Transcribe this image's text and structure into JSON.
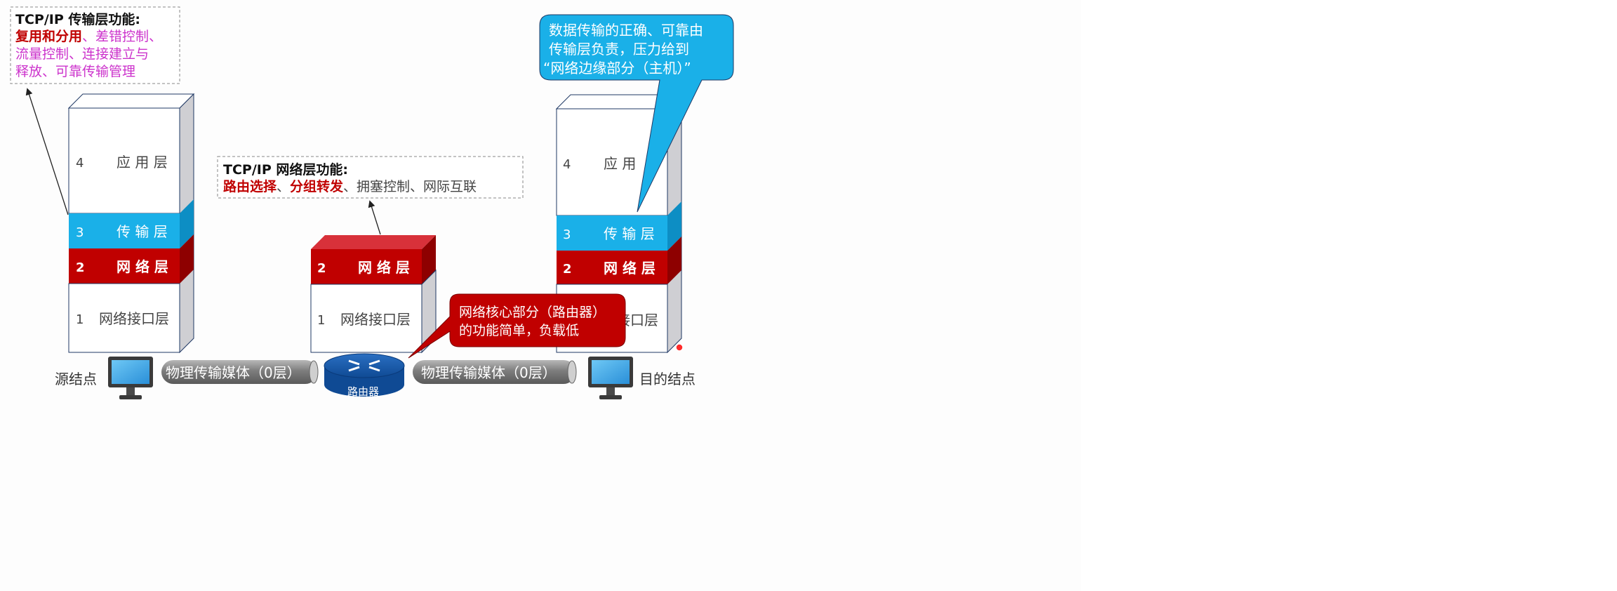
{
  "colors": {
    "red": "#c00000",
    "blue": "#1ab0e8",
    "magenta": "#cc33cc",
    "text_gray": "#444444",
    "outline": "#1f3864",
    "side_gray": "#c8c8cc"
  },
  "left_stack": {
    "layer4": {
      "num": "4",
      "label": "应 用 层"
    },
    "layer3": {
      "num": "3",
      "label": "传 输 层"
    },
    "layer2": {
      "num": "2",
      "label": "网 络 层"
    },
    "layer1": {
      "num": "1",
      "label": "网络接口层"
    }
  },
  "middle_stack": {
    "layer2": {
      "num": "2",
      "label": "网 络 层"
    },
    "layer1": {
      "num": "1",
      "label": "网络接口层"
    }
  },
  "right_stack": {
    "layer4": {
      "num": "4",
      "label": "应 用"
    },
    "layer3": {
      "num": "3",
      "label": "传 输 层"
    },
    "layer2": {
      "num": "2",
      "label": "网 络 层"
    },
    "layer1": {
      "label": "接口层"
    }
  },
  "transport_box": {
    "title": "TCP/IP 传输层功能:",
    "red1": "复用和分用",
    "sep": "、",
    "rest1": "差错控制、",
    "line2": "流量控制、连接建立与",
    "line3": "释放、可靠传输管理"
  },
  "network_box": {
    "title": "TCP/IP 网络层功能:",
    "red1": "路由选择",
    "sep": "、",
    "red2": "分组转发",
    "rest": "、拥塞控制、网际互联"
  },
  "blue_callout": {
    "line1": "数据传输的正确、可靠由",
    "line2": "传输层负责，压力给到",
    "line3": "“网络边缘部分（主机）”"
  },
  "red_callout": {
    "line1": "网络核心部分（路由器）",
    "line2": "的功能简单，负载低"
  },
  "bottom": {
    "source_label": "源结点",
    "dest_label": "目的结点",
    "media_left": "物理传输媒体（0层）",
    "media_right": "物理传输媒体（0层）",
    "router_label": "路由器"
  }
}
